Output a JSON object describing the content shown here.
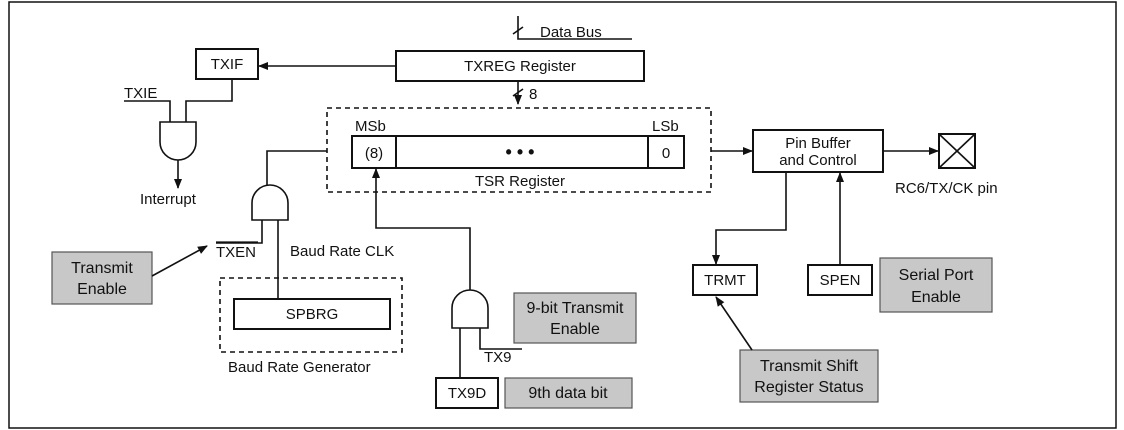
{
  "diagram": {
    "data_bus": "Data Bus",
    "bus_width": "8",
    "txif": "TXIF",
    "txreg": "TXREG Register",
    "txie": "TXIE",
    "interrupt": "Interrupt",
    "msb": "MSb",
    "lsb": "LSb",
    "bit8": "(8)",
    "dots": "• • •",
    "bit0": "0",
    "tsr": "TSR Register",
    "pin_buffer_1": "Pin Buffer",
    "pin_buffer_2": "and Control",
    "pin_name": "RC6/TX/CK pin",
    "txen": "TXEN",
    "baud_clk": "Baud Rate CLK",
    "spbrg": "SPBRG",
    "baud_gen": "Baud Rate Generator",
    "tx9": "TX9",
    "tx9d": "TX9D",
    "trmt": "TRMT",
    "spen": "SPEN",
    "note_transmit_enable_1": "Transmit",
    "note_transmit_enable_2": "Enable",
    "note_9bit_1": "9-bit Transmit",
    "note_9bit_2": "Enable",
    "note_9th_bit": "9th data bit",
    "note_tsr_status_1": "Transmit Shift",
    "note_tsr_status_2": "Register Status",
    "note_serial_port_1": "Serial Port",
    "note_serial_port_2": "Enable"
  }
}
